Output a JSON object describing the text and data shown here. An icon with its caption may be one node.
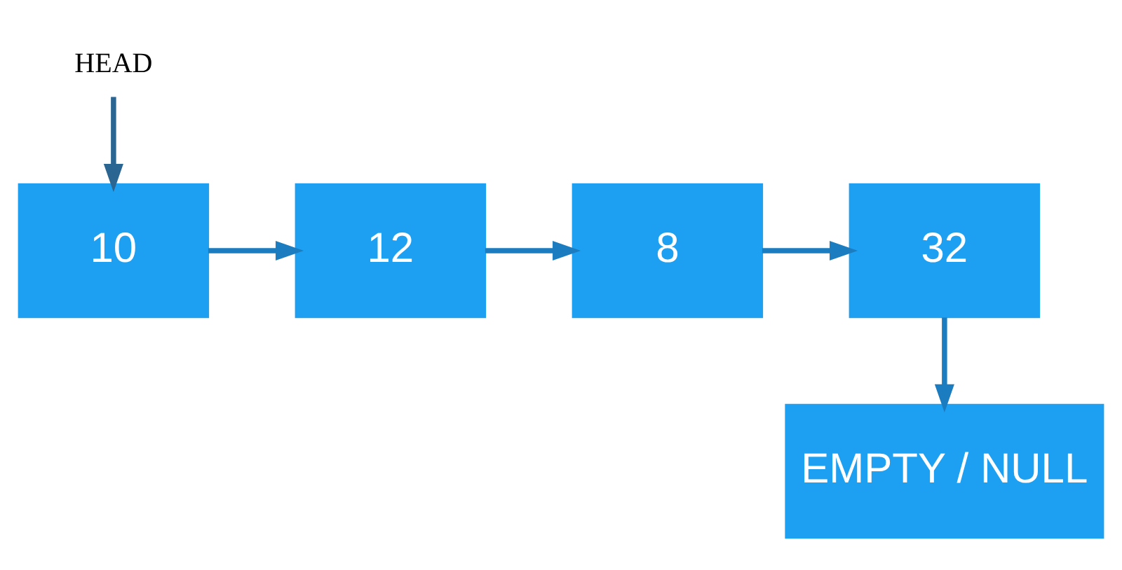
{
  "diagram": {
    "nodes": [
      {
        "text": [
          "HEAD"
        ]
      },
      {
        "text": [
          "10"
        ]
      },
      {
        "text": [
          "12"
        ]
      },
      {
        "text": [
          "8"
        ]
      },
      {
        "text": [
          "32"
        ]
      },
      {
        "text": [
          "EMPTY / NULL"
        ]
      }
    ],
    "edges": [
      {
        "from": 0,
        "to": 1,
        "arrow": "to",
        "color": "#2b6591"
      },
      {
        "from": 1,
        "to": 2,
        "arrow": "to"
      },
      {
        "from": 2,
        "to": 3,
        "arrow": "to"
      },
      {
        "from": 3,
        "to": 4,
        "arrow": "to"
      },
      {
        "from": 4,
        "to": 5,
        "arrow": "to"
      }
    ]
  }
}
